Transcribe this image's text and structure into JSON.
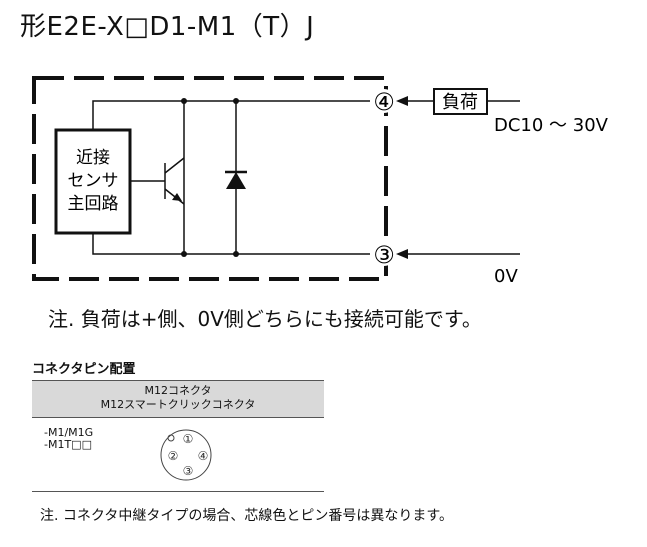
{
  "title": "形E2E-X□D1-M1（T）J",
  "circuit": {
    "main_circuit_label": [
      "近接",
      "センサ",
      "主回路"
    ],
    "pin_top": "④",
    "pin_bottom": "③",
    "load_label": "負荷",
    "supply_label": "DC10 ～ 30V",
    "zero_label": "0V"
  },
  "note1": "注. 負荷は+側、0V側どちらにも接続可能です。",
  "pin_section": {
    "heading": "コネクタピン配置",
    "header_line1": "M12コネクタ",
    "header_line2": "M12スマートクリックコネクタ",
    "models_line1": "-M1/M1G",
    "models_line2": "-M1T□□",
    "pins": [
      "①",
      "②",
      "③",
      "④"
    ]
  },
  "note2": "注. コネクタ中継タイプの場合、芯線色とピン番号は異なります。"
}
